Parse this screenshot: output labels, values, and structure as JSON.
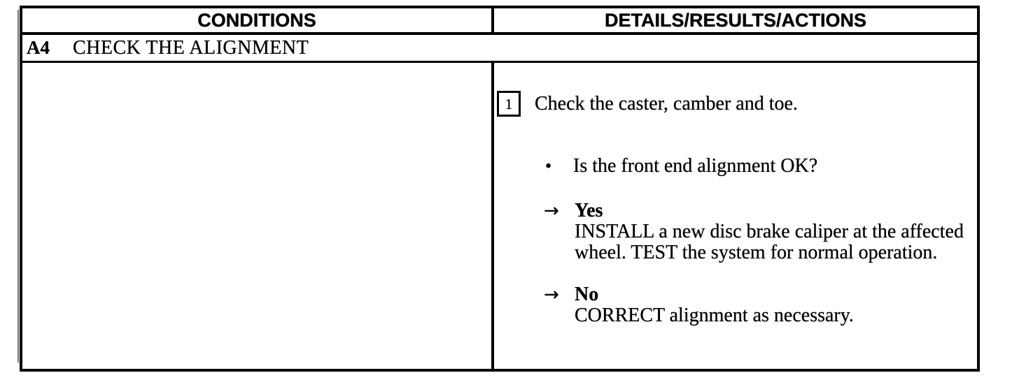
{
  "table": {
    "header": {
      "conditions_label": "CONDITIONS",
      "details_label": "DETAILS/RESULTS/ACTIONS"
    },
    "test_step": {
      "id": "A4",
      "title": "CHECK THE ALIGNMENT"
    },
    "details": {
      "step_number": "1",
      "instruction": "Check the caster, camber and toe.",
      "bullet_glyph": "•",
      "question": "Is the front end alignment OK?",
      "arrow_glyph": "→",
      "yes": {
        "label": "Yes",
        "action": "INSTALL a new disc brake caliper at the affected wheel. TEST the system for normal operation."
      },
      "no": {
        "label": "No",
        "action": "CORRECT alignment as necessary."
      }
    },
    "colors": {
      "ink": "#000000",
      "paper": "#ffffff"
    }
  }
}
